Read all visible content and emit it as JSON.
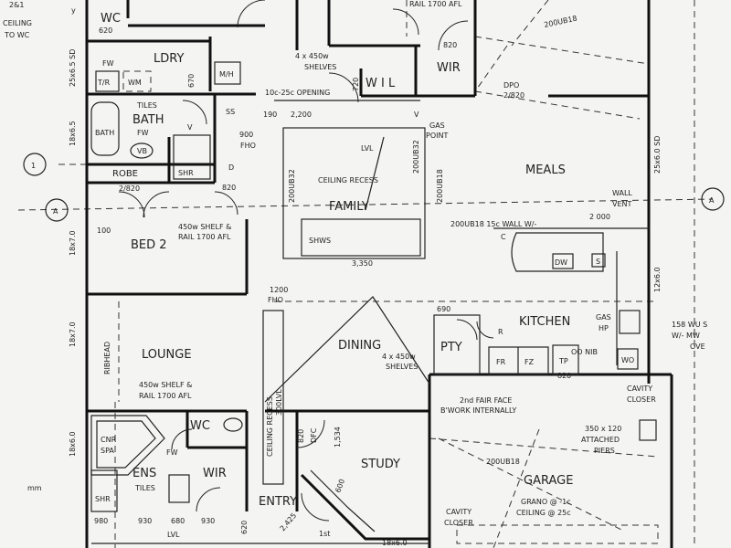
{
  "rooms": {
    "ldry": "LDRY",
    "bath": "BATH",
    "bed2": "BED 2",
    "lounge": "LOUNGE",
    "dining": "DINING",
    "family": "FAMILY",
    "meals": "MEALS",
    "kitchen": "KITCHEN",
    "study": "STUDY",
    "garage": "GARAGE",
    "entry": "ENTRY",
    "ens": "ENS",
    "wir_top": "WIR",
    "wil": "W I L",
    "wir_ens": "WIR",
    "wc_top": "WC",
    "wc_ens": "WC",
    "pty": "PTY",
    "robe": "ROBE"
  },
  "labels": {
    "ceiling_to_wc_1": "2&1",
    "ceiling_to_wc_2": "CEILING",
    "ceiling_to_wc_3": "TO WC",
    "rail_top": "RAIL 1700 AFL",
    "shelves_1": "4 x 450w",
    "shelves_2": "SHELVES",
    "opening": "10c-25c OPENING",
    "dpo": "DPO",
    "dpo_size": "2/820",
    "ub18_top": "200UB18",
    "fw_ldry": "FW",
    "wm": "WM",
    "tr": "T/R",
    "mh": "M/H",
    "tiles": "TILES",
    "fw_bath": "FW",
    "bath_tub": "BATH",
    "vb": "VB",
    "shr_bath": "SHR",
    "v_bath": "V",
    "fho_900": "900",
    "fho_900b": "FHO",
    "v_family": "V",
    "gas_point_1": "GAS",
    "gas_point_2": "POINT",
    "lvl": "LVL",
    "ceiling_recess": "CEILING RECESS",
    "ub32": "200UB32",
    "ub32b": "200UB32",
    "ub18_family": "200UB18",
    "shws": "SHWS",
    "robe_size": "2/820",
    "door_820": "820",
    "shelf_rail_1": "450w SHELF &",
    "shelf_rail_2": "RAIL 1700 AFL",
    "wall_vent_1": "WALL",
    "wall_vent_2": "VENT",
    "wall_2000": "2 000",
    "beam_wall": "200UB18  15c WALL W/-",
    "dw": "DW",
    "s": "S",
    "c": "C",
    "fho_1200": "1200",
    "fho_1200b": "FHO",
    "ribhead": "RIBHEAD",
    "lounge_shelf_1": "450w SHELF &",
    "lounge_shelf_2": "RAIL 1700 AFL",
    "ceiling_recess_v": "CEILING RECESS",
    "lvl_v": "300LVL",
    "dining_shelves_1": "4 x 450w",
    "dining_shelves_2": "SHELVES",
    "gas_hp_1": "GAS",
    "gas_hp_2": "HP",
    "fr": "FR",
    "fz": "FZ",
    "tp": "TP",
    "tp_size": "820",
    "oo_nib": "OO NIB",
    "wo": "WO",
    "mw_1": "158 WU S",
    "mw_2": "W/- MW",
    "mw_3": "OVE",
    "cavity_closer_1": "CAVITY",
    "cavity_closer_2": "CLOSER",
    "fair_face_1": "2nd FAIR FACE",
    "fair_face_2": "B'WORK INTERNALLY",
    "piers_1": "350 x 120",
    "piers_2": "ATTACHED",
    "piers_3": "PIERS",
    "ub18_garage": "200UB18",
    "garage_ceiling_1": "GRANO @ -1c",
    "garage_ceiling_2": "CEILING @ 25c",
    "cavity_garage_1": "CAVITY",
    "cavity_garage_2": "CLOSER",
    "cnr_spa_1": "CNR",
    "cnr_spa_2": "SPA",
    "fw_ens": "FW",
    "tiles_ens": "TILES",
    "shr_ens": "SHR",
    "dfc": "DFC",
    "d820": "820",
    "lvl_ens": "LVL",
    "first": "1st",
    "mm": "mm",
    "ref_1": "1",
    "ref_a_left": "A",
    "ref_a_right": "A",
    "y_top": "y",
    "ss_label": "SS",
    "d_label": "D",
    "r_label": "R"
  },
  "dimensions": {
    "d190": "190",
    "d2200": "2,200",
    "d3350": "3,350",
    "d690": "690",
    "d100": "100",
    "d620_top": "620",
    "d670": "670",
    "d720": "720",
    "d820_wir": "820",
    "d1534": "1,534",
    "d600": "600",
    "d980": "980",
    "d930a": "930",
    "d680": "680",
    "d930b": "930",
    "d620_bot": "620",
    "d2425": "2,425",
    "d18x60": "18x6.0",
    "left_25x65": "25x6.5 SD",
    "left_18x65": "18x6.5",
    "left_18x70a": "18x7.0",
    "left_18x70b": "18x7.0",
    "left_18x60": "18x6.0",
    "right_25x60": "25x6.0 SD",
    "right_12x60": "12x6.0"
  }
}
